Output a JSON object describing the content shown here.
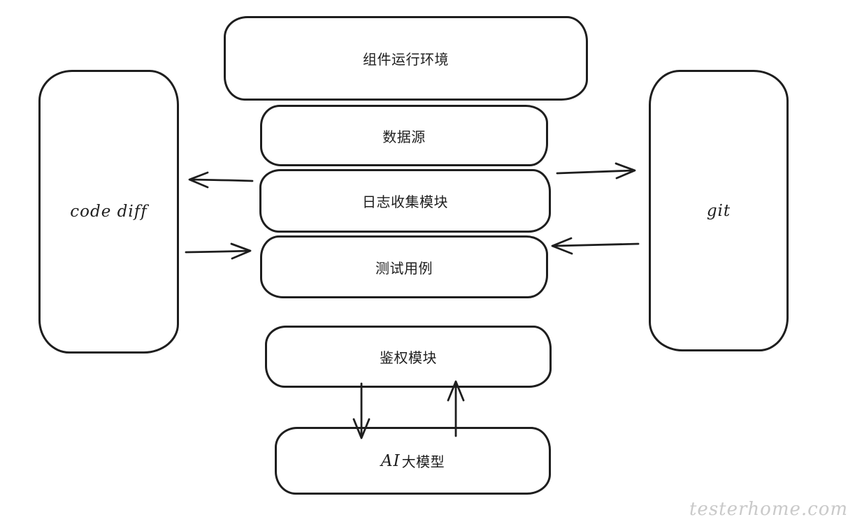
{
  "diagram": {
    "watermark": "testerhome.com",
    "colors": {
      "stroke": "#1e1e1e",
      "background": "#ffffff",
      "watermark_color": "#c9c9c9"
    },
    "nodes": {
      "runtime_env": {
        "label": "组件运行环境"
      },
      "data_source": {
        "label": "数据源"
      },
      "log_collector": {
        "label": "日志收集模块"
      },
      "test_cases": {
        "label": "测试用例"
      },
      "code_diff": {
        "label": "code diff"
      },
      "git": {
        "label": "git"
      },
      "auth_module": {
        "label": "鉴权模块"
      },
      "ai_model": {
        "label": "AI大模型",
        "label_en": "AI",
        "label_zh": "大模型"
      }
    },
    "edges": [
      {
        "from": "middle_stack",
        "to": "code_diff",
        "direction": "left"
      },
      {
        "from": "code_diff",
        "to": "middle_stack",
        "direction": "right"
      },
      {
        "from": "middle_stack",
        "to": "git",
        "direction": "right"
      },
      {
        "from": "git",
        "to": "middle_stack",
        "direction": "left"
      },
      {
        "from": "auth_module",
        "to": "ai_model",
        "direction": "down"
      },
      {
        "from": "ai_model",
        "to": "auth_module",
        "direction": "up"
      }
    ]
  }
}
